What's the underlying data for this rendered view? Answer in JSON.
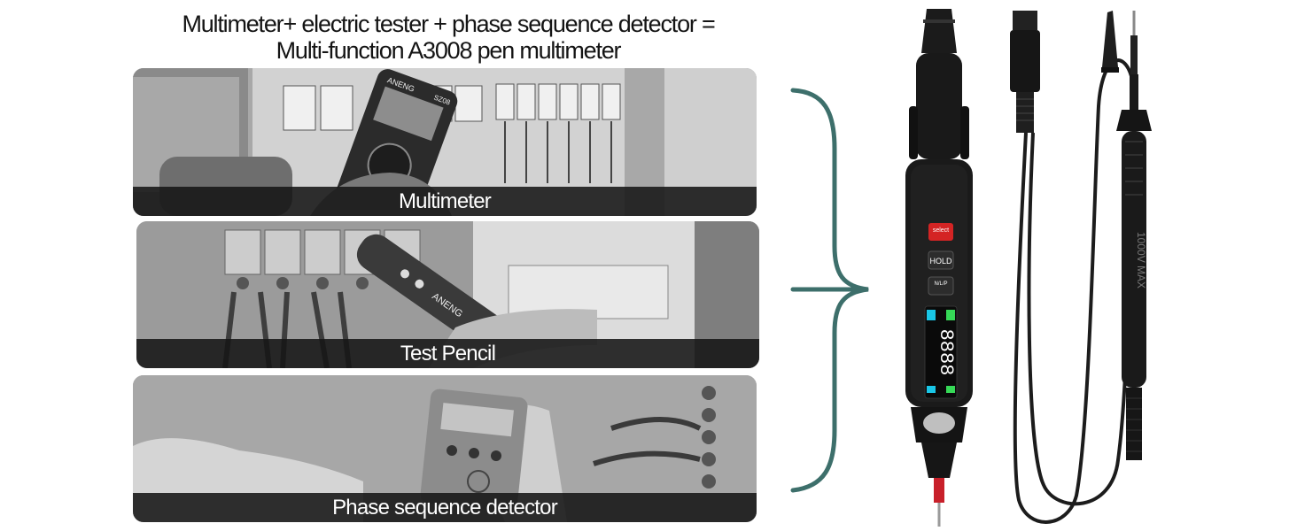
{
  "headline": {
    "line1": "Multimeter+ electric tester + phase sequence detector =",
    "line2": "Multi-function A3008 pen multimeter"
  },
  "panels": [
    {
      "caption": "Multimeter",
      "device_brand": "ANENG",
      "device_model": "SZ08"
    },
    {
      "caption": "Test Pencil",
      "device_brand": "ANENG"
    },
    {
      "caption": "Phase sequence detector"
    }
  ],
  "product": {
    "buttons": {
      "select": "select",
      "hold": "HOLD",
      "mode": "N/L/P"
    },
    "display": {
      "digits": "8888"
    },
    "probe_rating": "1000V MAX"
  },
  "colors": {
    "brace": "#3d6f6b",
    "caption_bar": "#161616",
    "select_button": "#d42424",
    "probe_tip": "#c8202a",
    "display_cyan": "#19c6e6",
    "display_green": "#36d957"
  }
}
